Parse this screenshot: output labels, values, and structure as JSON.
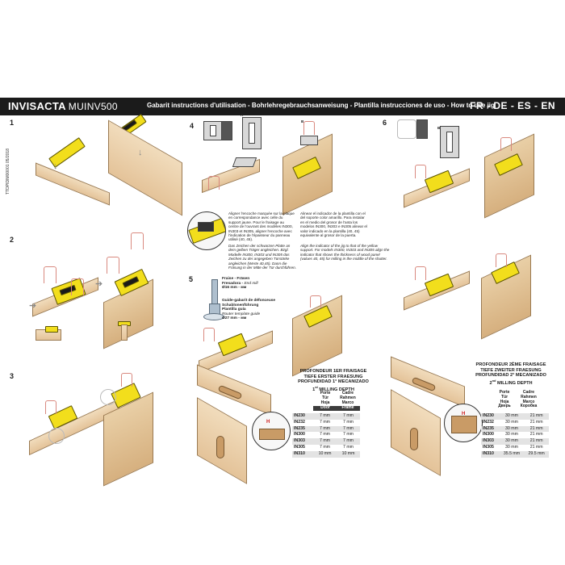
{
  "header": {
    "brand": "INVISACTA",
    "model": "MUINV500",
    "description": "Gabarit instructions d'utilisation - Bohrlehregebrauchsanweisung - Plantilla instrucciones de uso - How to use jig",
    "languages": "FR - DE - ES - EN"
  },
  "side_code": "TTDPIDIM00001 05/2018",
  "steps": [
    "1",
    "2",
    "3",
    "4",
    "5",
    "6"
  ],
  "step4": {
    "plate_label_a": "A",
    "plate_label_b": "B",
    "note_fr": "Aligner l'encoche marquée sur la plaque en correspondance avec celle du support jaune. Pour le fraisage au centre de l'ouvrant des modèles IN300, IN303 et IN305, aligner l'encoche avec l'indication de l'épaisseur du panneau utilisé (40, 45).",
    "note_de": "Das Zeichen der schwarzen Platte an dem gelben Träger angleichen. Bzgl. Modelle IN300, IN303 und IN305 das Zeichen zu der angegeben Türstärke angleichen (Werte 40,45). Dann die Fräsung in der Mitte der Tür durchführen.",
    "note_es": "Alinear el indicador de la plantilla con el del soporte color amarillo. Para instalar en el medio del grosor de l'anta los modelos IN300, IN303 e IN305 alinear el valor indicado en la plantilla (40, 45) equivalente al grosor de la puerta.",
    "note_en": "Align the indicator of the jig to that of the yellow support. For models IN300, IN303 and IN305 align the indicator that shows the thickness of wood panel (values 40, 45) for milling in the middle of the shutter."
  },
  "step5": {
    "mill_fr": "Fraise - Fräsen",
    "mill_es": "Fresadora -",
    "mill_en": "End mill",
    "mill_size": "Ø16 mm - мм",
    "guide_fr": "Guide-gabarit de défonceuse",
    "guide_de": "Schablonenführung",
    "guide_es": "Plantilla guía",
    "guide_en": "Router template guide",
    "guide_size": "Ø27 mm - мм"
  },
  "step6": {
    "plate_label": "B"
  },
  "mark_h": "H",
  "table1": {
    "title_fr": "PROFONDEUR 1ER FRAISAGE",
    "title_de": "TIEFE ERSTER FRAESUNG",
    "title_es": "PROFUNDIDAD 1° MECANIZADO",
    "title_en_num": "1",
    "title_en_sup": "st",
    "title_en_rest": " MILLING DEPTH",
    "col1": [
      "Porte",
      "Tür",
      "Hoja",
      "Door"
    ],
    "col2": [
      "Cadre",
      "Rahmen",
      "Marco",
      "Frame"
    ],
    "rows": [
      [
        "IN230",
        "7 mm",
        "7 mm"
      ],
      [
        "IN232",
        "7 mm",
        "7 mm"
      ],
      [
        "IN235",
        "7 mm",
        "7 mm"
      ],
      [
        "IN300",
        "7 mm",
        "7 mm"
      ],
      [
        "IN303",
        "7 mm",
        "7 mm"
      ],
      [
        "IN305",
        "7 mm",
        "7 mm"
      ],
      [
        "IN310",
        "10 mm",
        "10 mm"
      ]
    ]
  },
  "table2": {
    "title_fr": "PROFONDEUR 2ÈME FRAISAGE",
    "title_de": "TIEFE ZWEITER FRAESUNG",
    "title_es": "PROFUNDIDAD 2° MECANIZADO",
    "title_en_num": "2",
    "title_en_sup": "nd",
    "title_en_rest": " MILLING DEPTH",
    "col1": [
      "Porte",
      "Tür",
      "Hoja",
      "Дверь"
    ],
    "col2": [
      "Cadre",
      "Rahmen",
      "Marco",
      "Коробка"
    ],
    "rows": [
      [
        "IN230",
        "30 mm",
        "21 mm"
      ],
      [
        "IN232",
        "30 mm",
        "21 mm"
      ],
      [
        "IN235",
        "30 mm",
        "21 mm"
      ],
      [
        "IN300",
        "30 mm",
        "21 mm"
      ],
      [
        "IN303",
        "30 mm",
        "21 mm"
      ],
      [
        "IN305",
        "30 mm",
        "21 mm"
      ],
      [
        "IN310",
        "35.5 mm",
        "29.5 mm"
      ]
    ]
  }
}
